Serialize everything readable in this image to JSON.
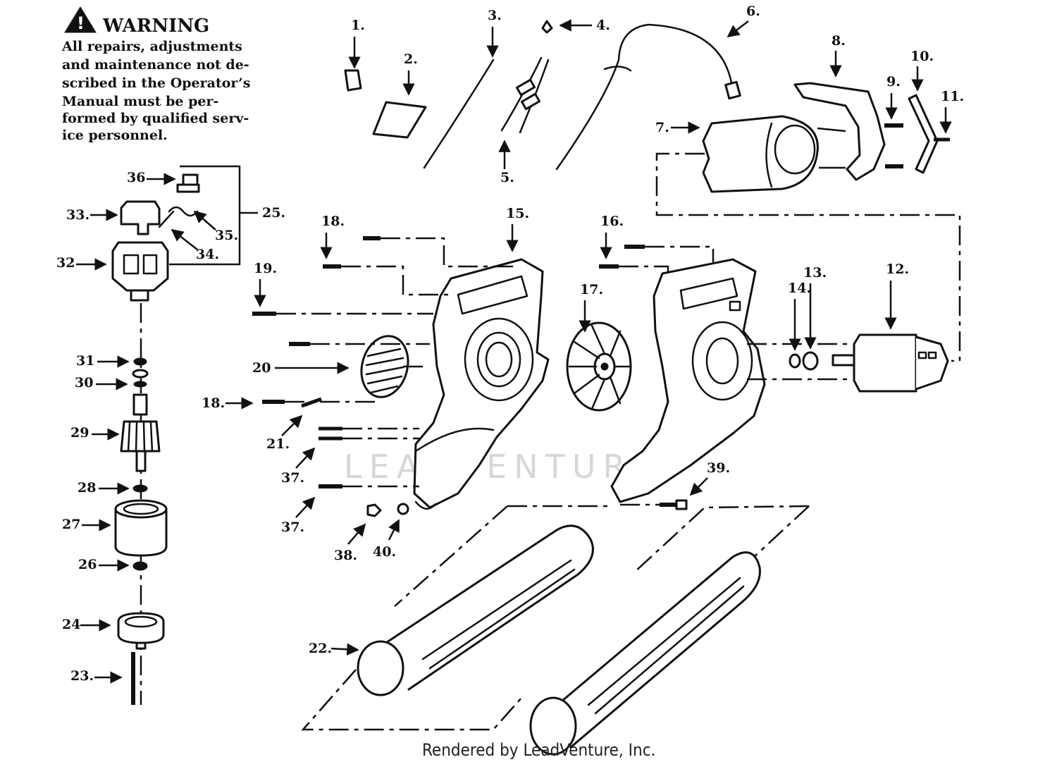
{
  "warning": {
    "title": "WARNING",
    "lines": [
      "All repairs, adjustments",
      "and maintenance not de-",
      "scribed in the Operator’s",
      "Manual must be per-",
      "formed by qualified serv-",
      "ice personnel."
    ]
  },
  "callouts": {
    "c1": "1.",
    "c2": "2.",
    "c3": "3.",
    "c4": "4.",
    "c5": "5.",
    "c6": "6.",
    "c7": "7.",
    "c8": "8.",
    "c9": "9.",
    "c10": "10.",
    "c11": "11.",
    "c12": "12.",
    "c13": "13.",
    "c14": "14.",
    "c15": "15.",
    "c16": "16.",
    "c17": "17.",
    "c18a": "18.",
    "c18b": "18.",
    "c19": "19.",
    "c20": "20",
    "c21": "21.",
    "c22": "22.",
    "c23": "23.",
    "c24": "24",
    "c25": "25.",
    "c26": "26",
    "c27": "27",
    "c28": "28",
    "c29": "29",
    "c30": "30",
    "c31": "31",
    "c32": "32",
    "c33": "33.",
    "c34": "34.",
    "c35": "35.",
    "c36": "36",
    "c37a": "37.",
    "c37b": "37.",
    "c38": "38.",
    "c39": "39.",
    "c40": "40."
  },
  "watermark": "LEADVENTURE",
  "footer": "Rendered by LeadVenture, Inc.",
  "colors": {
    "ink": "#111111",
    "background": "#ffffff",
    "watermark": "#d7d7d7"
  }
}
